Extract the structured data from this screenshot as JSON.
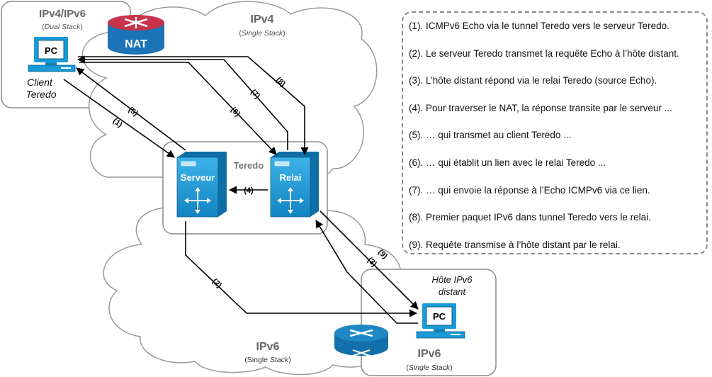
{
  "zones": {
    "dual": {
      "title": "IPv4/IPv6",
      "subtitle": "Dual Stack"
    },
    "ipv4": {
      "title": "IPv4",
      "subtitle": "Single Stack"
    },
    "ipv6_cloud": {
      "title": "IPv6",
      "subtitle_prefix": "(Single ",
      "subtitle_em": "Stack",
      "subtitle_suffix": ")"
    },
    "teredo": {
      "title": "Teredo"
    },
    "host": {
      "title_line1": "Hôte IPv6",
      "title_line2": "distant",
      "net": "IPv6",
      "net_sub": "Single Stack"
    }
  },
  "devices": {
    "client_pc": {
      "label": "PC",
      "caption_line1": "Client",
      "caption_line2": "Teredo"
    },
    "nat": {
      "label": "NAT"
    },
    "server": {
      "label": "Serveur"
    },
    "relay": {
      "label": "Relai"
    },
    "host_pc": {
      "label": "PC"
    }
  },
  "arrows": {
    "a1": "(1)",
    "a2": "(2)",
    "a3": "(3)",
    "a4": "(4)",
    "a5": "(5)",
    "a6": "(6)",
    "a7": "(7)",
    "a8": "(8)",
    "a9": "(9)"
  },
  "colors": {
    "device_blue": "#1a9ad6",
    "nat_red": "#c8334a",
    "router_blue": "#1e88c4",
    "cloud_stroke": "#9a9a9a",
    "arrow": "#000000"
  },
  "legend": {
    "items": [
      "(1). ICMPv6 Echo via le tunnel Teredo vers le serveur Teredo.",
      "(2). Le serveur Teredo transmet la requête Echo à l’hôte distant.",
      "(3). L’hôte distant répond via le relai Teredo (source Echo).",
      "(4). Pour traverser le NAT, la réponse transite par le serveur ...",
      "(5). … qui transmet au client Teredo ...",
      "(6). … qui établit un lien avec le relai Teredo ...",
      "(7). … qui envoie la réponse à l’Echo ICMPv6 via ce lien.",
      "(8). Premier paquet IPv6 dans tunnel Teredo vers le relai.",
      "(9). Requête transmise à l’hôte distant par le relai."
    ]
  }
}
